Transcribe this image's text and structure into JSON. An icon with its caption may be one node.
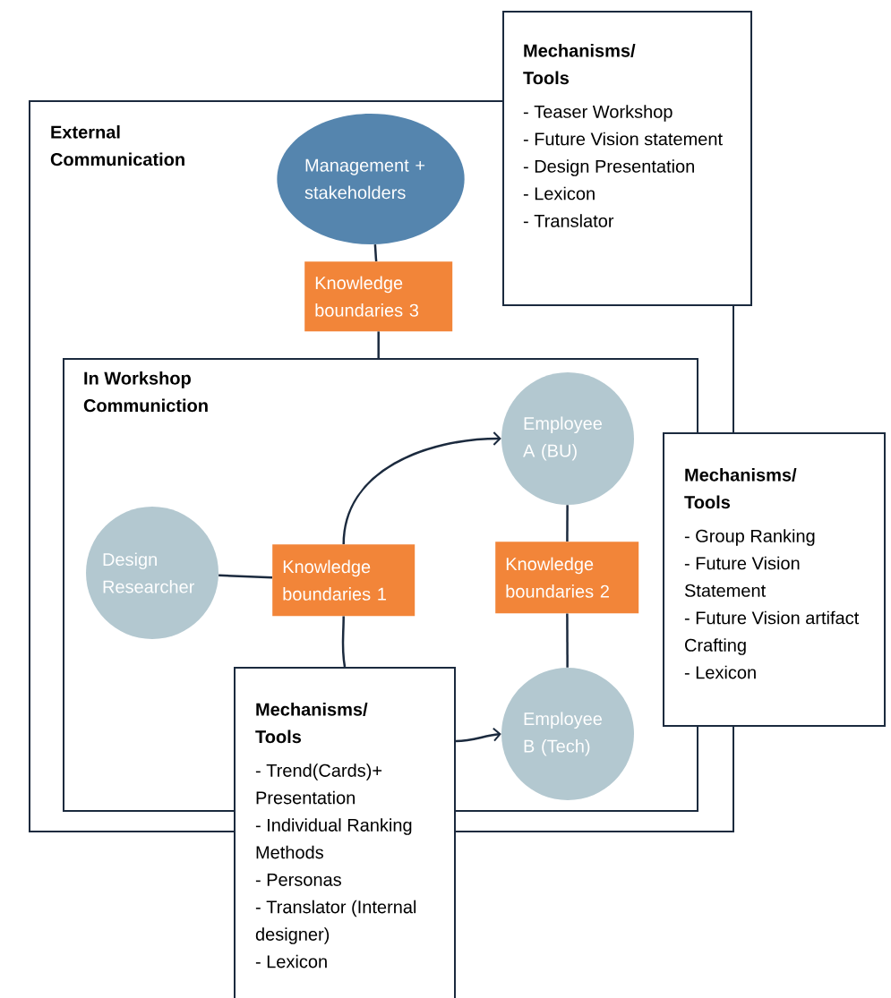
{
  "diagram": {
    "nodes": [
      {
        "text": [
          "External Communication"
        ]
      },
      {
        "text": [
          "Management + stakeholders"
        ],
        "in": 0
      },
      {
        "text": [
          "Knowledge boundaries 3"
        ],
        "in": 0
      },
      {
        "text": [
          "In Workshop Communiction"
        ],
        "in": 0
      },
      {
        "text": [
          "Design Researcher"
        ],
        "in": 3
      },
      {
        "text": [
          "Knowledge boundaries 1"
        ],
        "in": 3
      },
      {
        "text": [
          "Employee A (BU)"
        ],
        "in": 3
      },
      {
        "text": [
          "Knowledge boundaries 2"
        ],
        "in": 3
      },
      {
        "text": [
          "Employee B (Tech)"
        ],
        "in": 3
      },
      {
        "text": [
          "Mechanisms/ Tools",
          "- Teaser Workshop",
          "- Future Vision statement",
          "- Design Presentation",
          "- Lexicon",
          "- Translator"
        ]
      },
      {
        "text": [
          "Mechanisms/ Tools",
          "- Group Ranking",
          "- Future Vision Statement",
          "- Future Vision artifact Crafting",
          "- Lexicon"
        ]
      },
      {
        "text": [
          "Mechanisms/ Tools",
          "- Trend(Cards)+ Presentation",
          "- Individual Ranking Methods",
          "- Personas",
          "- Translator (Internal designer)",
          "- Lexicon"
        ]
      }
    ],
    "edges": [
      {
        "from": 1,
        "to": 2,
        "arrow": "none"
      },
      {
        "from": 2,
        "to": 3,
        "arrow": "none"
      },
      {
        "from": 4,
        "to": 5,
        "arrow": "none"
      },
      {
        "from": 5,
        "to": 6,
        "arrow": "to"
      },
      {
        "from": 5,
        "to": 11,
        "arrow": "none"
      },
      {
        "from": 11,
        "to": 8,
        "arrow": "to"
      },
      {
        "from": 6,
        "to": 7,
        "arrow": "none"
      },
      {
        "from": 7,
        "to": 8,
        "arrow": "none"
      }
    ]
  }
}
